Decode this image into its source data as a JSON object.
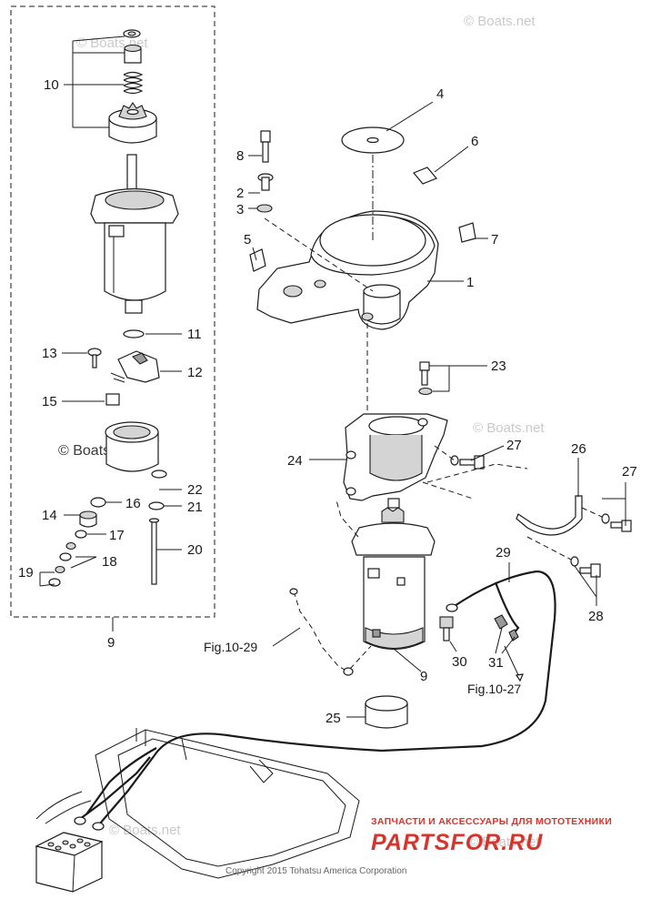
{
  "labels": {
    "p1": "1",
    "p2": "2",
    "p3": "3",
    "p4": "4",
    "p5": "5",
    "p6": "6",
    "p7": "7",
    "p8": "8",
    "p9_box": "9",
    "p9": "9",
    "p10": "10",
    "p11": "11",
    "p12": "12",
    "p13": "13",
    "p14": "14",
    "p15": "15",
    "p16": "16",
    "p17": "17",
    "p18": "18",
    "p19": "19",
    "p20": "20",
    "p21": "21",
    "p22": "22",
    "p23": "23",
    "p24": "24",
    "p25": "25",
    "p26": "26",
    "p27a": "27",
    "p27b": "27",
    "p28": "28",
    "p29": "29",
    "p30": "30",
    "p31": "31"
  },
  "references": {
    "fig_10_29": "Fig.10-29",
    "fig_10_27": "Fig.10-27"
  },
  "watermarks": {
    "w1": "© Boats.net",
    "w2": "© Boats.net",
    "w3": "© Boats.net",
    "w4": "© Boats.net",
    "w5": "© Boats.net",
    "w6": "© Boats.net"
  },
  "footer": {
    "copyright": "Copyright 2015 Tohatsu America Corporation",
    "brand_tagline": "ЗАПЧАСТИ И АКСЕССУАРЫ ДЛЯ МОТОТЕХНИКИ",
    "brand_name": "PARTSFOR.RU"
  }
}
